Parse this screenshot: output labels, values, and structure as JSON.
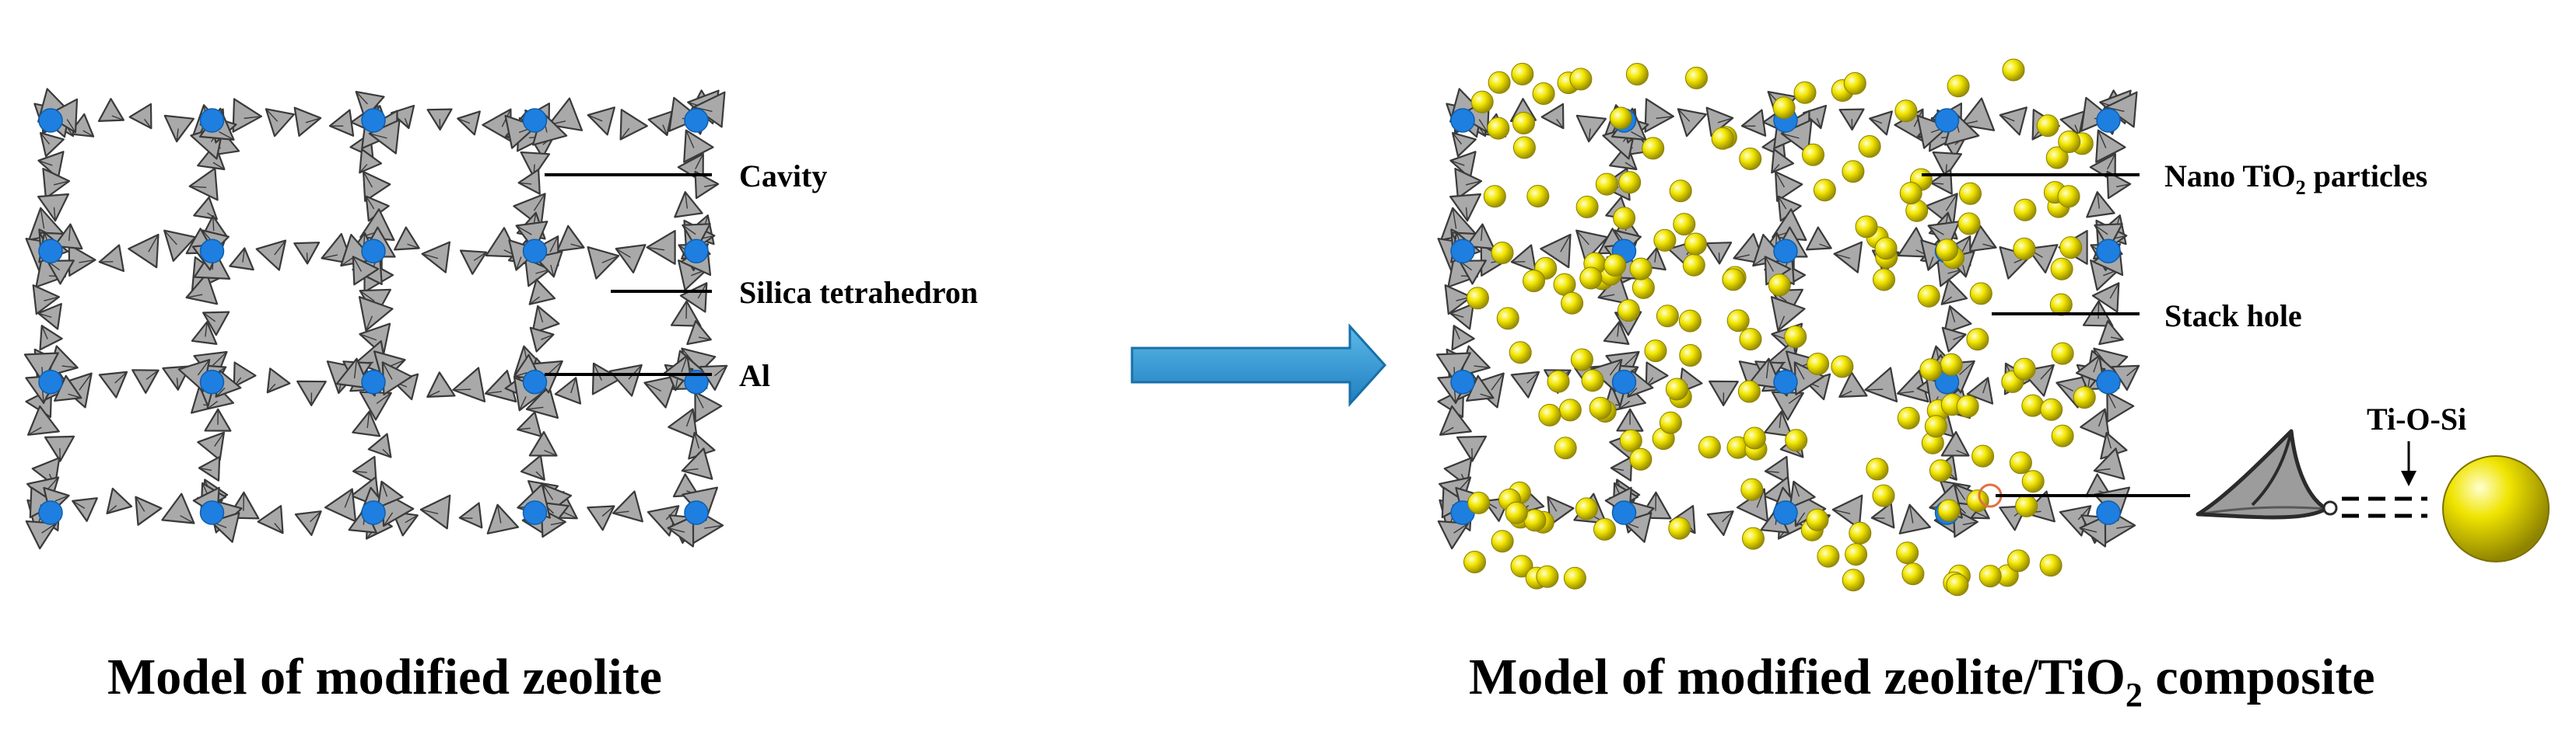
{
  "left_panel": {
    "labels": {
      "cavity": "Cavity",
      "silica": "Silica tetrahedron",
      "al": "Al"
    },
    "caption": "Model of modified zeolite"
  },
  "right_panel": {
    "labels": {
      "nano_main": "Nano TiO",
      "nano_sub": "2",
      "nano_tail": " particles",
      "stack": "Stack hole",
      "bond": "Ti-O-Si"
    },
    "caption_main": "Model of modified zeolite/TiO",
    "caption_sub": "2",
    "caption_tail": " composite"
  },
  "colors": {
    "framework_fill": "#a9a9a9",
    "framework_stroke": "#3a3a3a",
    "al_atom": "#1e7fe0",
    "tio2_particle": "#e6dc00",
    "arrow": "#2e9bd6"
  },
  "icons": {
    "transform_arrow": "right-arrow-icon",
    "tetrahedron": "tetrahedron-icon",
    "tio2_sphere": "sphere-icon"
  }
}
